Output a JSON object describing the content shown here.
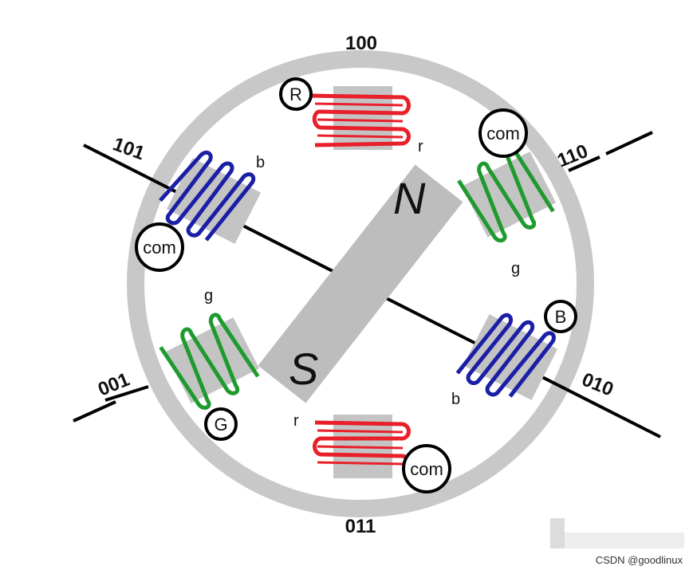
{
  "state_labels": {
    "top": "100",
    "bottom": "011",
    "upper_left": "101",
    "upper_right": "110",
    "lower_left": "001",
    "lower_right": "010"
  },
  "terminals": {
    "red_start": "R",
    "red_end": "r",
    "red_com": "com",
    "green_start": "G",
    "green_end": "g",
    "green_com": "com",
    "blue_start": "B",
    "blue_end": "b",
    "blue_com": "com",
    "green_end_upper": "g",
    "blue_end_upper": "b",
    "red_end_lower": "r"
  },
  "rotor": {
    "north": "N",
    "south": "S"
  },
  "watermark": "CSDN @goodlinux",
  "colors": {
    "red_coil": "#e8202a",
    "green_coil": "#1e9a2e",
    "blue_coil": "#1a1fa6",
    "stator": "#c8c8c8",
    "axis": "#000000"
  }
}
